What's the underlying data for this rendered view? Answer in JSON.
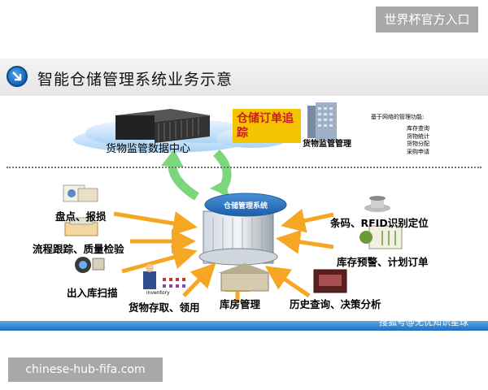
{
  "header": {
    "site_link": "世界杯官方入口"
  },
  "slide": {
    "title": "智能仓储管理系统业务示意",
    "cloud_label": "货物监管数据中心",
    "tracking_label": "仓储订单追踪",
    "supervision_label": "货物监管管理",
    "network_heading": "基于网络的管理功能:",
    "network_items": [
      "库存查询",
      "货物统计",
      "货物分配",
      "采购申请"
    ],
    "hub_label": "仓储管理系统",
    "nodes": {
      "inventory_check": "盘点、报损",
      "process_tracking": "流程跟踪、质量检验",
      "inout_scan": "出入库扫描",
      "access_collect": "货物存取、领用",
      "warehouse_mgmt": "库房管理",
      "history_query": "历史查询、决策分析",
      "stock_alert": "库存预警、计划订单",
      "barcode_rfid": "条码、RFID识别定位"
    },
    "inventory_caption": "inventory",
    "watermark": "搜狐号@无忧知识星球"
  },
  "footer": {
    "url": "chinese-hub-fifa.com"
  },
  "colors": {
    "arrow": "#f5a623",
    "green_arrow": "#7cd67c",
    "bottom_bar": "#2a7fd0",
    "tracking_bg": "#f4c400",
    "tracking_text": "#c62020"
  }
}
